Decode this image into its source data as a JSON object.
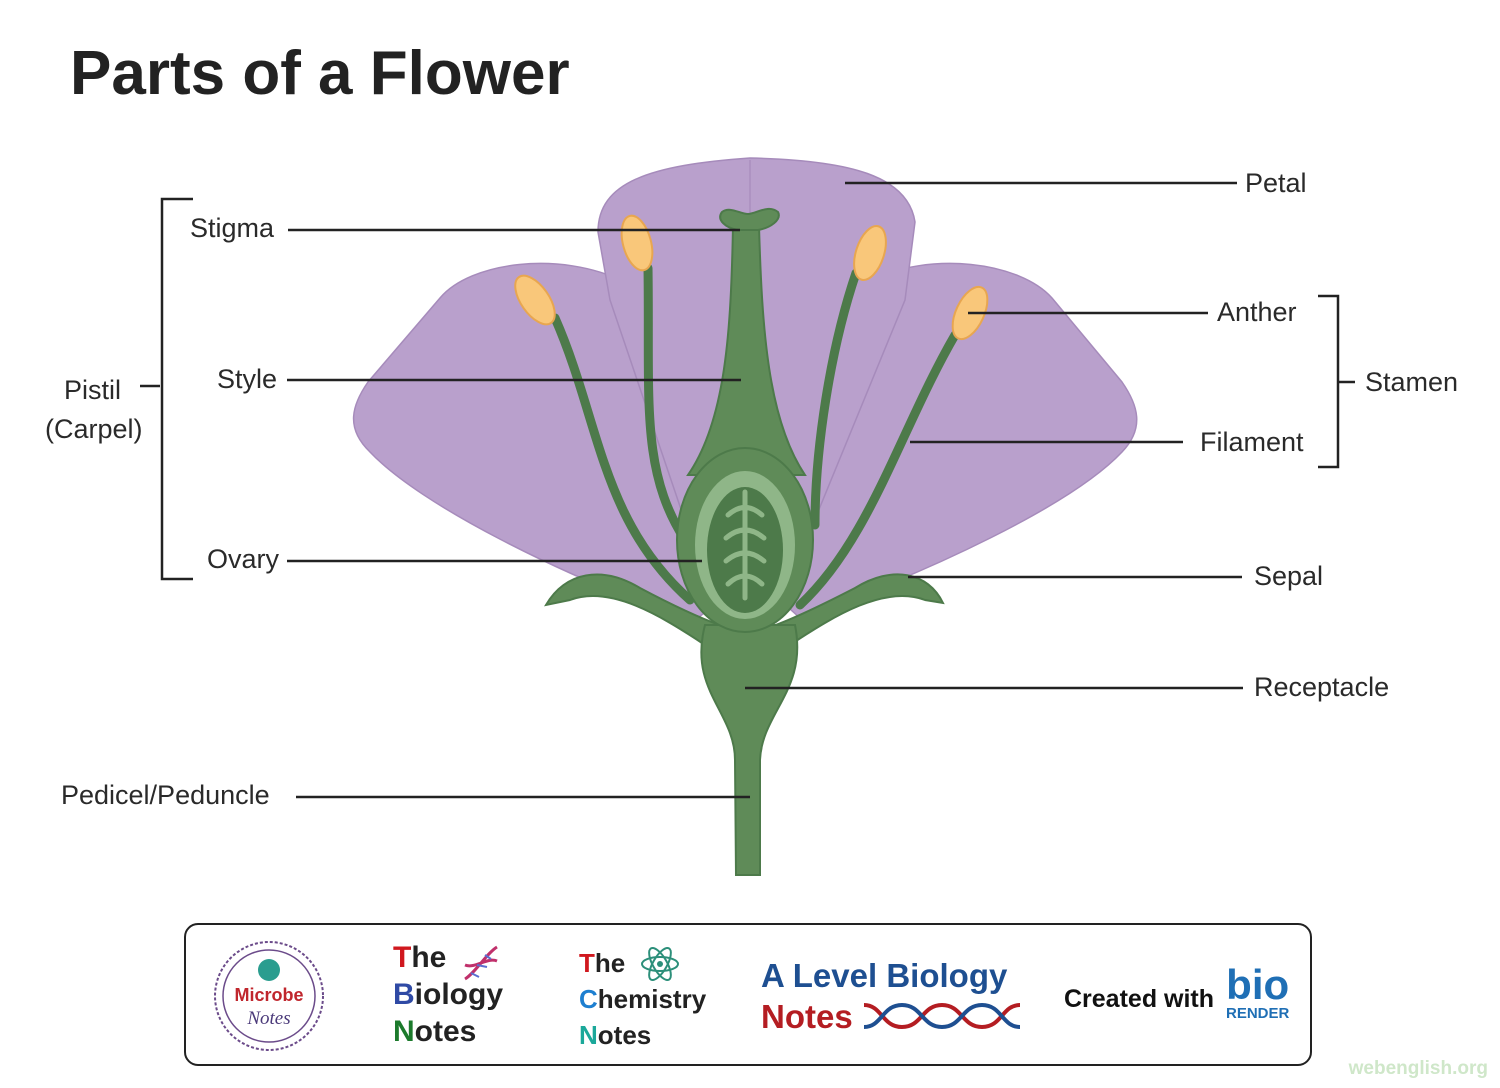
{
  "title": "Parts of a Flower",
  "labels": {
    "petal": "Petal",
    "stigma": "Stigma",
    "style": "Style",
    "ovary": "Ovary",
    "pedicel": "Pedicel/Peduncle",
    "anther": "Anther",
    "filament": "Filament",
    "stamen": "Stamen",
    "sepal": "Sepal",
    "receptacle": "Receptacle",
    "pistil": "Pistil",
    "carpel": "(Carpel)"
  },
  "colors": {
    "petal": "#b9a0cc",
    "green_dark": "#4d7a4a",
    "green_mid": "#5f8b58",
    "green_light": "#8fb688",
    "anther": "#f9c77a"
  },
  "footer": {
    "microbe": {
      "line1": "Microbe",
      "line2": "Notes"
    },
    "biology": [
      "The",
      "Biology",
      "Notes"
    ],
    "chemistry": [
      "The",
      "Chemistry",
      "Notes"
    ],
    "alevel": {
      "line1": "A Level Biology",
      "line2": "Notes"
    },
    "created_with": "Created with",
    "biorender": {
      "logo": "bio",
      "sub": "RENDER"
    }
  },
  "watermark": "webenglish.org"
}
